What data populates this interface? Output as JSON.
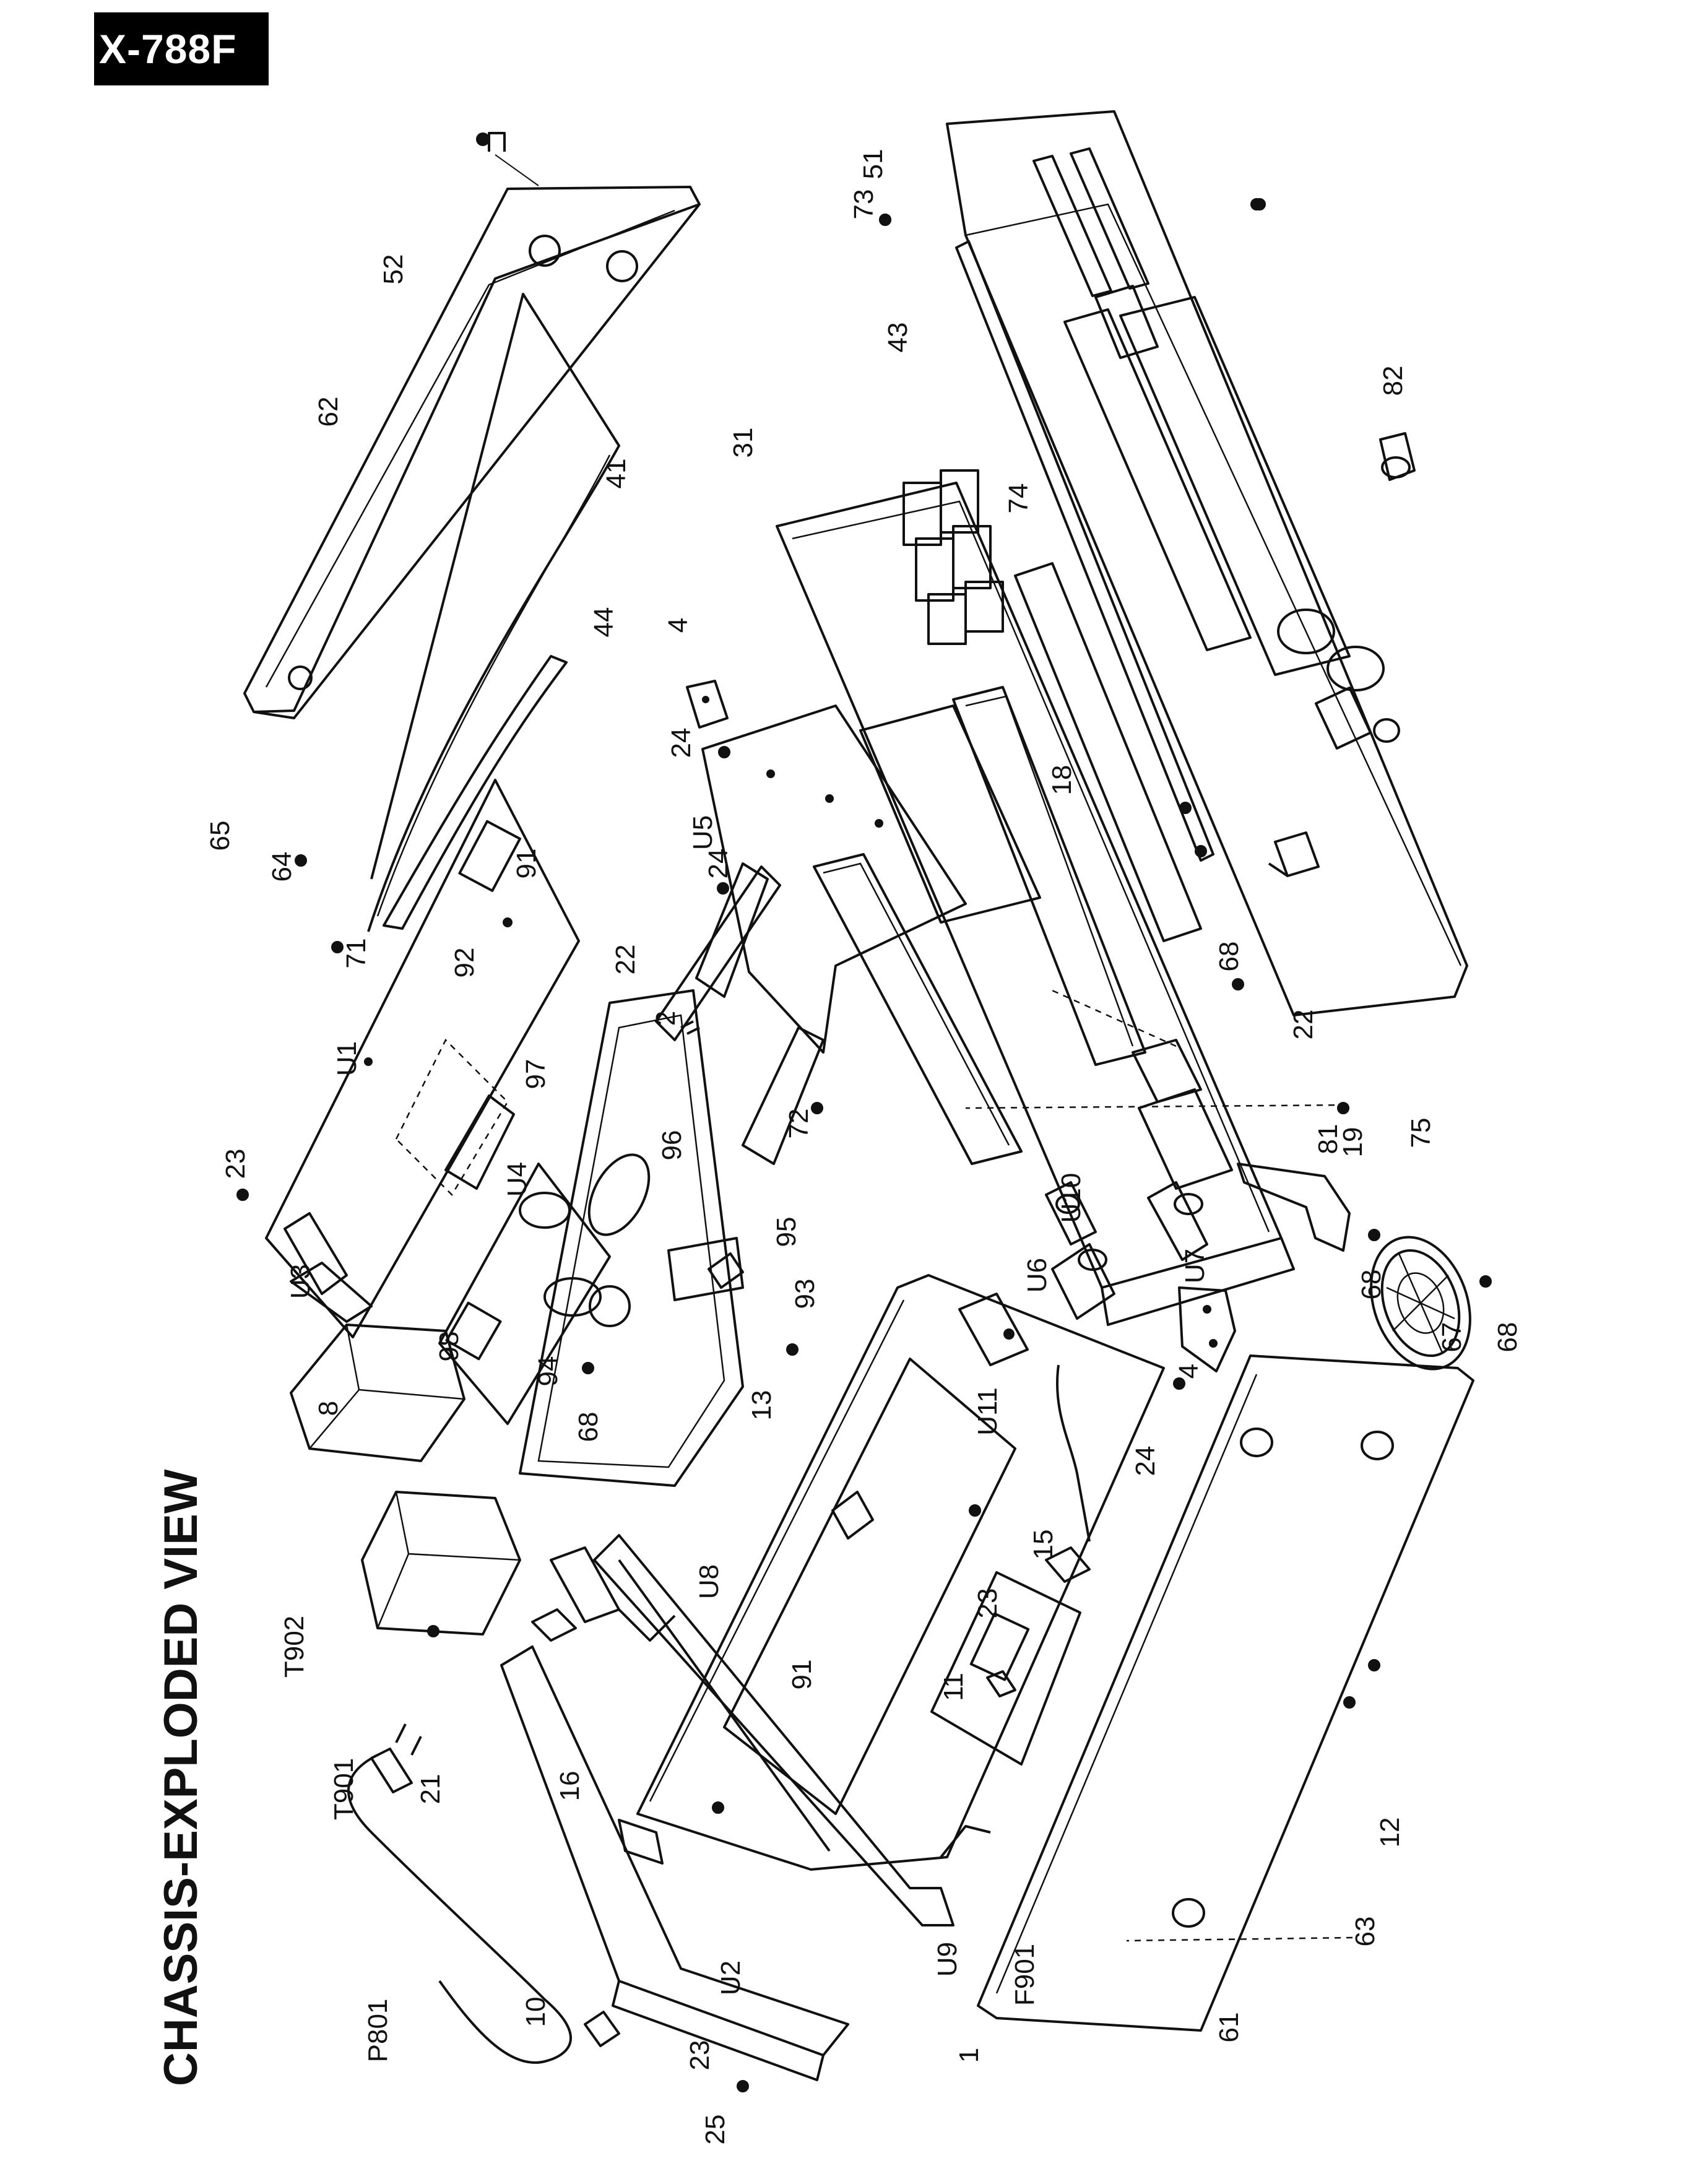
{
  "model_tag": "X-788F",
  "title": "CHASSIS-EXPLODED VIEW",
  "callouts": [
    "51",
    "73",
    "52",
    "43",
    "82",
    "62",
    "31",
    "74",
    "41",
    "44",
    "4",
    "24",
    "U5",
    "18",
    "65",
    "64",
    "24",
    "91",
    "71",
    "22",
    "68",
    "92",
    "2",
    "22",
    "81",
    "U1",
    "97",
    "72",
    "96",
    "19",
    "75",
    "23",
    "U4",
    "U10",
    "95",
    "U7",
    "68",
    "67",
    "68",
    "U6",
    "U3",
    "93",
    "98",
    "94",
    "U11",
    "4",
    "13",
    "24",
    "8",
    "68",
    "15",
    "U8",
    "23",
    "T902",
    "91",
    "11",
    "T901",
    "21",
    "16",
    "12",
    "63",
    "F901",
    "U9",
    "P801",
    "10",
    "U2",
    "23",
    "1",
    "61",
    "25"
  ]
}
